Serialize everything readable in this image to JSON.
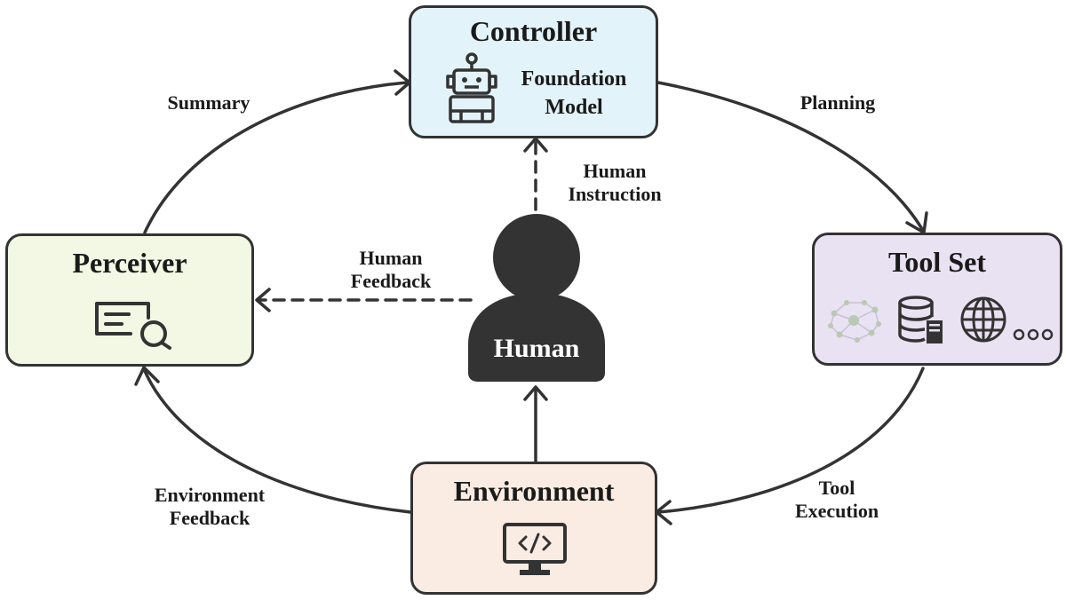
{
  "nodes": {
    "controller": {
      "title": "Controller",
      "subtitle_line1": "Foundation",
      "subtitle_line2": "Model",
      "fill": "#e3f3fa",
      "icon": "robot-icon"
    },
    "perceiver": {
      "title": "Perceiver",
      "fill": "#f2f8e3",
      "icon": "document-search-icon"
    },
    "toolset": {
      "title": "Tool Set",
      "fill": "#e9e2f2",
      "icons": [
        "network-graph-icon",
        "database-server-icon",
        "globe-icon",
        "ellipsis-icon"
      ]
    },
    "environment": {
      "title": "Environment",
      "fill": "#fbece3",
      "icon": "code-monitor-icon"
    },
    "human": {
      "label": "Human",
      "fill": "#333333",
      "icon": "person-icon"
    }
  },
  "edges": {
    "summary": "Summary",
    "planning": "Planning",
    "human_instruction_line1": "Human",
    "human_instruction_line2": "Instruction",
    "human_feedback_line1": "Human",
    "human_feedback_line2": "Feedback",
    "tool_execution_line1": "Tool",
    "tool_execution_line2": "Execution",
    "environment_feedback_line1": "Environment",
    "environment_feedback_line2": "Feedback"
  },
  "colors": {
    "stroke": "#333333",
    "text": "#1a1a1a"
  }
}
